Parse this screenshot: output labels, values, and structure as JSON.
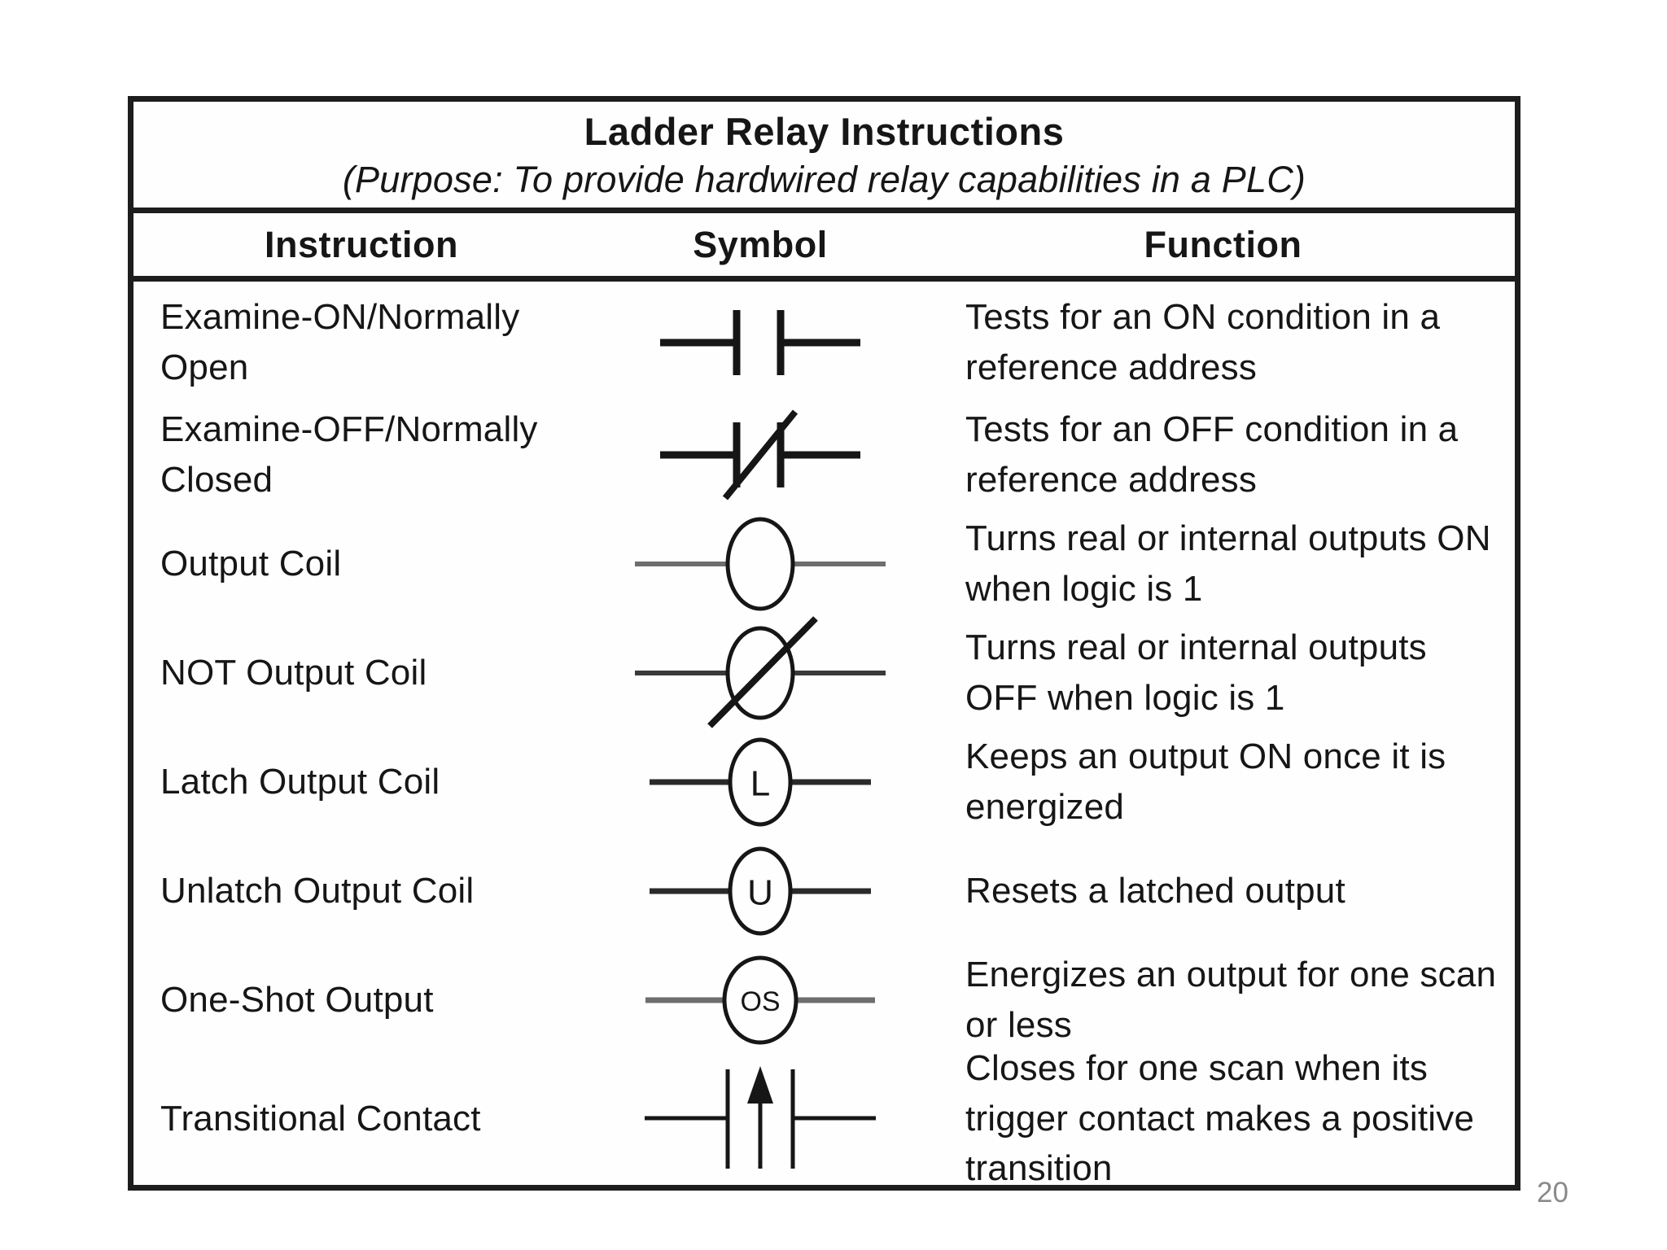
{
  "colors": {
    "ink": "#161616",
    "border": "#1d1d1d",
    "muted_gray": "#8a8a8a",
    "coil_lead_gray": "#6e6e6e"
  },
  "page": {
    "number": "20"
  },
  "table": {
    "title": "Ladder Relay Instructions",
    "subtitle": "(Purpose: To provide hardwired relay capabilities in a PLC)",
    "columns": [
      "Instruction",
      "Symbol",
      "Function"
    ],
    "rows": [
      {
        "instruction": "Examine-ON/Normally\nOpen",
        "symbol": "normally-open-contact",
        "symbol_label": "",
        "function": "Tests for an ON condition in a\nreference address"
      },
      {
        "instruction": "Examine-OFF/Normally\nClosed",
        "symbol": "normally-closed-contact",
        "symbol_label": "",
        "function": "Tests for an OFF condition in a\nreference address"
      },
      {
        "instruction": "Output Coil",
        "symbol": "output-coil",
        "symbol_label": "",
        "function": "Turns real or internal outputs ON\nwhen logic is 1"
      },
      {
        "instruction": "NOT Output Coil",
        "symbol": "not-output-coil",
        "symbol_label": "",
        "function": "Turns real or internal outputs\nOFF when logic is 1"
      },
      {
        "instruction": "Latch Output Coil",
        "symbol": "latch-output-coil",
        "symbol_label": "L",
        "function": "Keeps an output ON once it is\nenergized"
      },
      {
        "instruction": "Unlatch Output Coil",
        "symbol": "unlatch-output-coil",
        "symbol_label": "U",
        "function": "Resets a latched output"
      },
      {
        "instruction": "One-Shot Output",
        "symbol": "one-shot-output-coil",
        "symbol_label": "OS",
        "function": "Energizes an output for one scan\nor less"
      },
      {
        "instruction": "Transitional Contact",
        "symbol": "transitional-contact",
        "symbol_label": "",
        "function": "Closes for one scan when its\ntrigger contact makes a positive\ntransition"
      }
    ]
  }
}
